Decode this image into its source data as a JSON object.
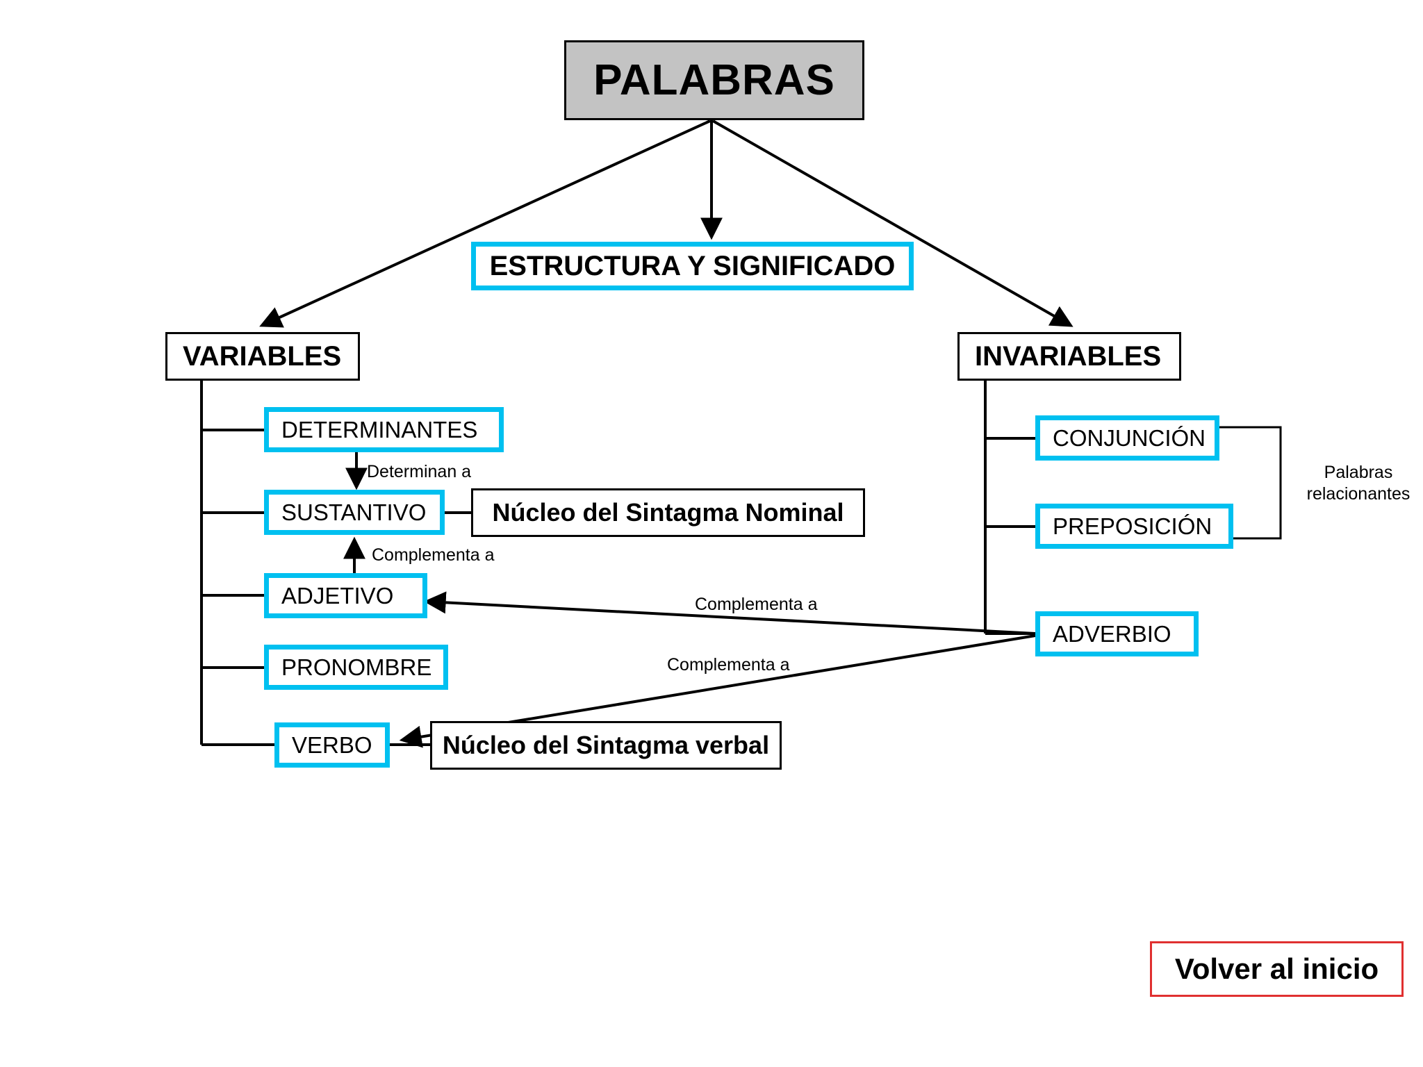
{
  "diagram": {
    "title": "PALABRAS",
    "type": "concept-map",
    "language": "es",
    "colors": {
      "cyan_border": "#00c0f0",
      "root_fill": "#c3c3c3",
      "black_border": "#000000",
      "red_border": "#e03030",
      "background": "#ffffff"
    },
    "nodes": {
      "root": {
        "label": "PALABRAS"
      },
      "estructura": {
        "label": "ESTRUCTURA Y SIGNIFICADO"
      },
      "variables": {
        "label": "VARIABLES"
      },
      "invariables": {
        "label": "INVARIABLES"
      },
      "determinantes": {
        "label": "DETERMINANTES"
      },
      "sustantivo": {
        "label": "SUSTANTIVO"
      },
      "adjetivo": {
        "label": "ADJETIVO"
      },
      "pronombre": {
        "label": "PRONOMBRE"
      },
      "verbo": {
        "label": "VERBO"
      },
      "nucleo_nominal": {
        "label": "Núcleo del Sintagma Nominal"
      },
      "nucleo_verbal": {
        "label": "Núcleo del Sintagma verbal"
      },
      "conjuncion": {
        "label": "CONJUNCIÓN"
      },
      "preposicion": {
        "label": "PREPOSICIÓN"
      },
      "adverbio": {
        "label": "ADVERBIO"
      }
    },
    "edge_labels": {
      "determinan_a": "Determinan a",
      "complementa_a_sustantivo": "Complementa a",
      "complementa_a_adjetivo": "Complementa a",
      "complementa_a_verbo": "Complementa a",
      "palabras_relacionantes_l1": "Palabras",
      "palabras_relacionantes_l2": "relacionantes"
    },
    "footer": {
      "back_button": "Volver al inicio"
    }
  }
}
